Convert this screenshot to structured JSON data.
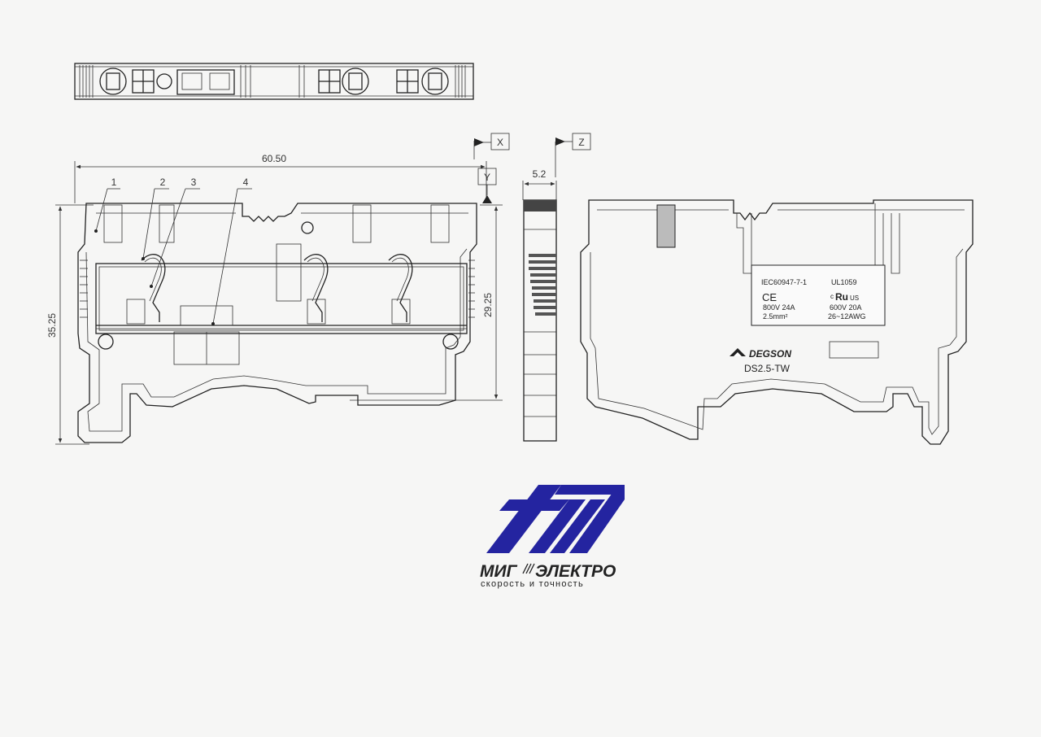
{
  "dimensions": {
    "width_label": "60.50",
    "height_label": "35.25",
    "inner_height_label": "29.25",
    "thickness_label": "5.2"
  },
  "datum_labels": {
    "x": "X",
    "y": "Y",
    "z": "Z"
  },
  "callouts": [
    "1",
    "2",
    "3",
    "4"
  ],
  "label_plate": {
    "standard_iec": "IEC60947-7-1",
    "standard_ul": "UL1059",
    "ce_mark": "CE",
    "cul_mark": "c",
    "cul_mark_us": "US",
    "iec_rating": "800V 24A",
    "iec_section": "2.5mm²",
    "ul_rating": "600V 20A",
    "ul_awg": "26~12AWG"
  },
  "manufacturer": "DEGSON",
  "model": "DS2.5-TW",
  "logo": {
    "name": "МИГ ЭЛЕКТРО",
    "name_left": "МИГ",
    "name_right": "ЭЛЕКТРО",
    "tagline": "скорость и точность",
    "brand_color": "#2424a0"
  }
}
